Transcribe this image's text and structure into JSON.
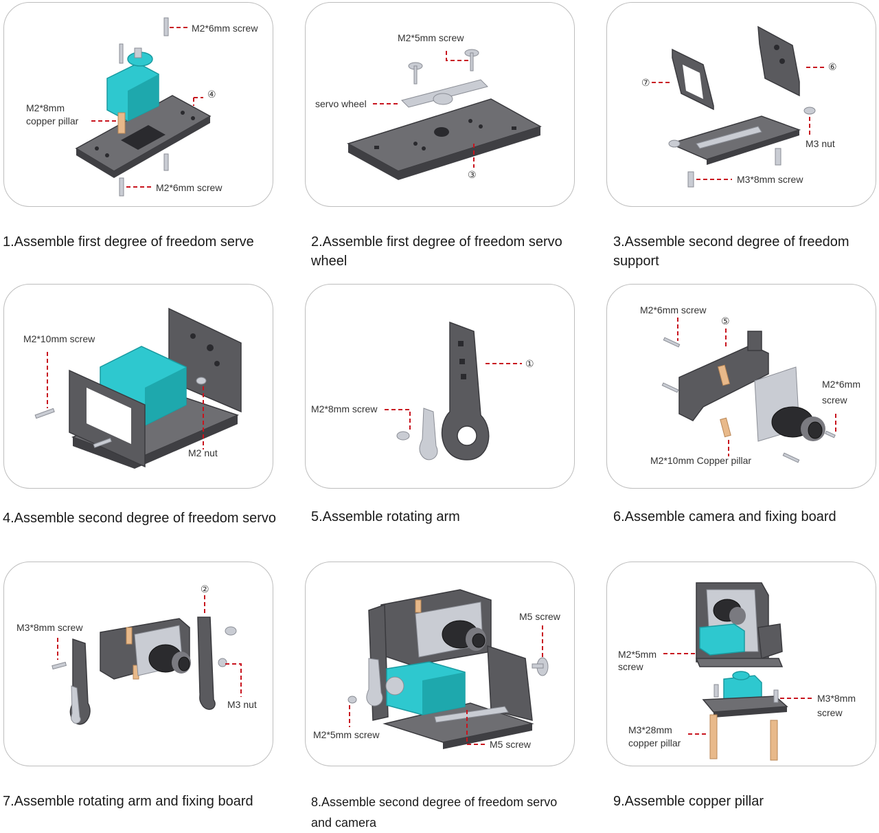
{
  "panels": [
    {
      "labels": {
        "screw_top": "M2*6mm screw",
        "pillar_line1": "M2*8mm",
        "pillar_line2": "copper pillar",
        "part": "④",
        "screw_bottom": "M2*6mm screw"
      },
      "caption": "1.Assemble first degree of freedom serve"
    },
    {
      "labels": {
        "screw": "M2*5mm screw",
        "wheel": "servo wheel",
        "part": "③"
      },
      "caption": "2.Assemble first degree of freedom servo wheel"
    },
    {
      "labels": {
        "part_a": "⑦",
        "part_b": "⑥",
        "nut": "M3 nut",
        "screw": "M3*8mm screw"
      },
      "caption": "3.Assemble second degree of freedom support"
    },
    {
      "labels": {
        "screw": "M2*10mm screw",
        "nut": "M2 nut"
      },
      "caption": "4.Assemble second degree of freedom servo"
    },
    {
      "labels": {
        "part": "①",
        "screw": "M2*8mm screw"
      },
      "caption": "5.Assemble rotating arm"
    },
    {
      "labels": {
        "screw": "M2*6mm screw",
        "part": "⑤",
        "screw_r1": "M2*6mm",
        "screw_r2": "screw",
        "pillar": "M2*10mm Copper pillar"
      },
      "caption": "6.Assemble camera and fixing board"
    },
    {
      "labels": {
        "part": "②",
        "screw": "M3*8mm screw",
        "nut": "M3 nut"
      },
      "caption": "7.Assemble rotating arm and fixing board"
    },
    {
      "labels": {
        "screw_m5": "M5 screw",
        "screw_m2": "M2*5mm screw",
        "screw_m5b": "M5 screw"
      },
      "caption": "8.Assemble second degree of freedom servo and camera"
    },
    {
      "labels": {
        "screw_l1": "M2*5mm",
        "screw_l2": "screw",
        "screw_r1": "M3*8mm",
        "screw_r2": "screw",
        "pillar_l1": "M3*28mm",
        "pillar_l2": "copper pillar"
      },
      "caption": "9.Assemble copper pillar"
    }
  ],
  "colors": {
    "leader_line": "#c8141e",
    "servo": "#2ec8cf",
    "plate": "#5a5a5e",
    "panel_border": "#bdbdbd"
  }
}
